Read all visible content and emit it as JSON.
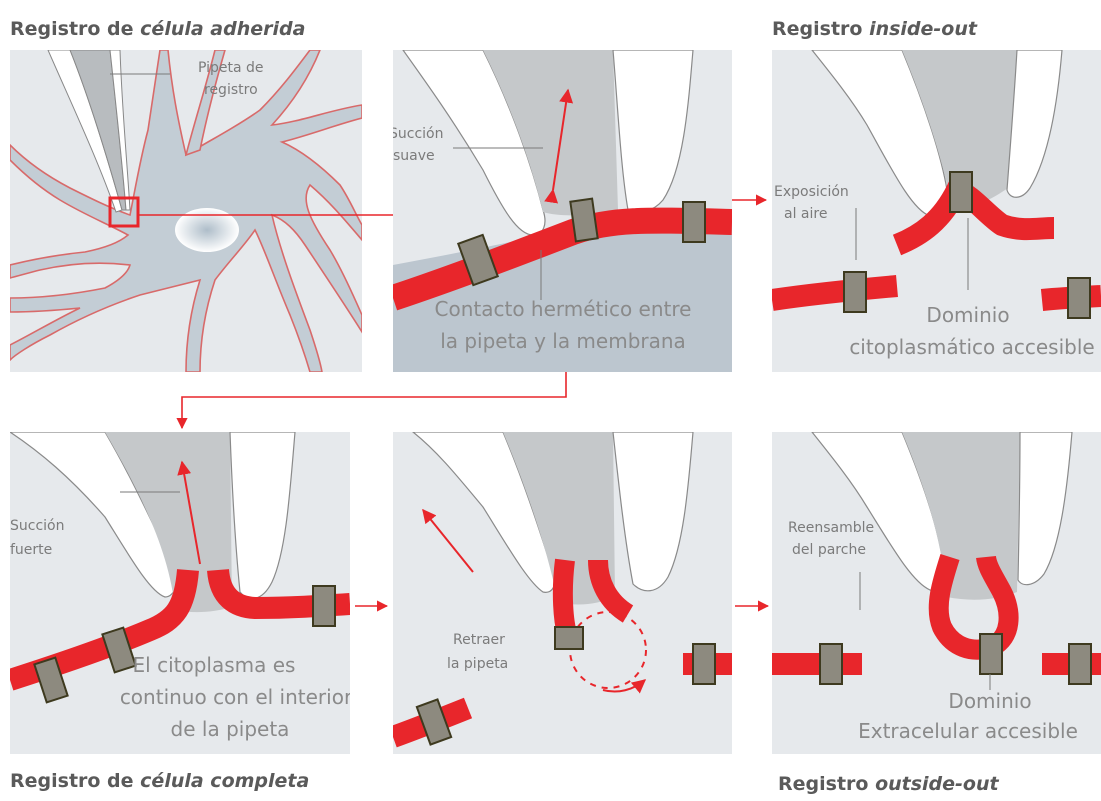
{
  "sections": {
    "cell_attached": {
      "prefix": "Registro de ",
      "emph": "célula adherida"
    },
    "inside_out": {
      "prefix": "Registro ",
      "emph": "inside-out"
    },
    "whole_cell": {
      "prefix": "Registro de ",
      "emph": "célula completa"
    },
    "outside_out": {
      "prefix": "Registro ",
      "emph": "outside-out"
    }
  },
  "panels": {
    "neuron": {
      "pipette_label_1": "Pipeta de",
      "pipette_label_2": "registro"
    },
    "seal": {
      "suction_1": "Succión",
      "suction_2": "suave",
      "caption_1": "Contacto hermético entre",
      "caption_2": "la pipeta y la membrana"
    },
    "inside_out": {
      "air_1": "Exposición",
      "air_2": "al aire",
      "caption_1": "Dominio",
      "caption_2": "citoplasmático accesible"
    },
    "whole_cell": {
      "suction_1": "Succión",
      "suction_2": "fuerte",
      "caption_1": "El citoplasma es",
      "caption_2": "continuo con el interior",
      "caption_3": "de la pipeta"
    },
    "retract": {
      "label_1": "Retraer",
      "label_2": "la pipeta"
    },
    "outside_out": {
      "reseal_1": "Reensamble",
      "reseal_2": "del parche",
      "caption_1": "Dominio",
      "caption_2": "Extracelular accesible"
    }
  },
  "colors": {
    "membrane": "#e8262b",
    "pipette_glass": "#c5c8ca",
    "background": "#e6e9ec",
    "cell_body": "#c3cdd5",
    "channel": "#8d8a7f"
  }
}
